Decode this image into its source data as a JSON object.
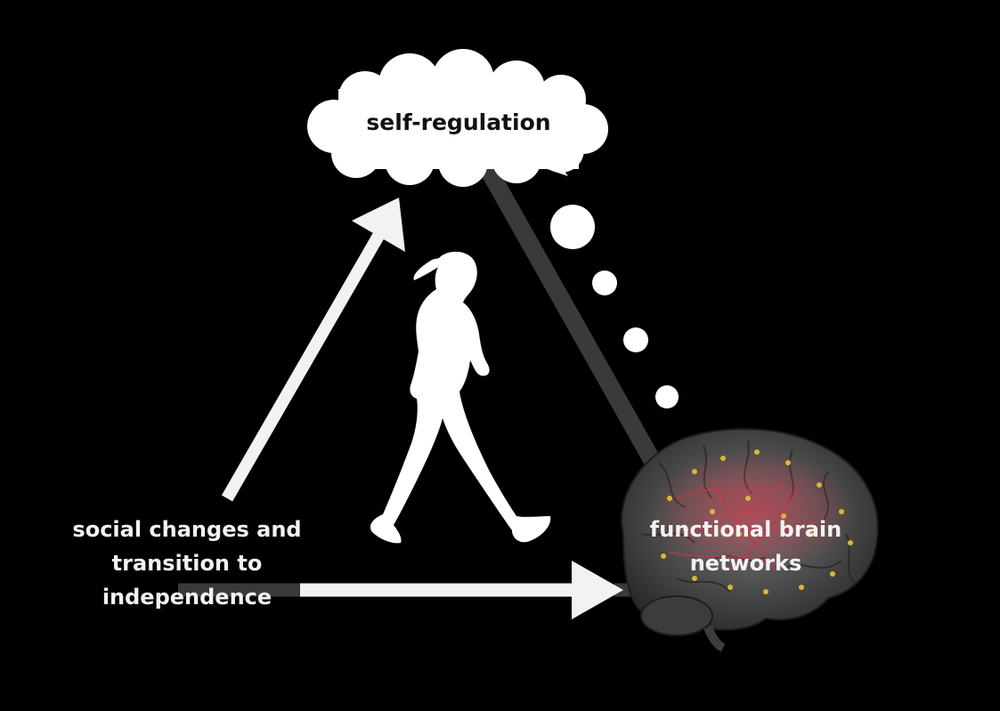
{
  "nodes": {
    "top": {
      "label": "self-regulation"
    },
    "bottom_left": {
      "lines": [
        "social changes and",
        "transition to",
        "independence"
      ]
    },
    "bottom_right": {
      "lines": [
        "functional brain",
        "networks"
      ]
    }
  },
  "icons": {
    "figure": "walking-girl-silhouette-icon",
    "brain": "brain-icon",
    "cloud": "thought-cloud-icon"
  },
  "colors": {
    "background": "#000000",
    "arrow": "#f2f2f2",
    "dark_line": "#3a3a3a",
    "brain_network": "#c0394a",
    "brain_nodes": "#d9b733"
  }
}
